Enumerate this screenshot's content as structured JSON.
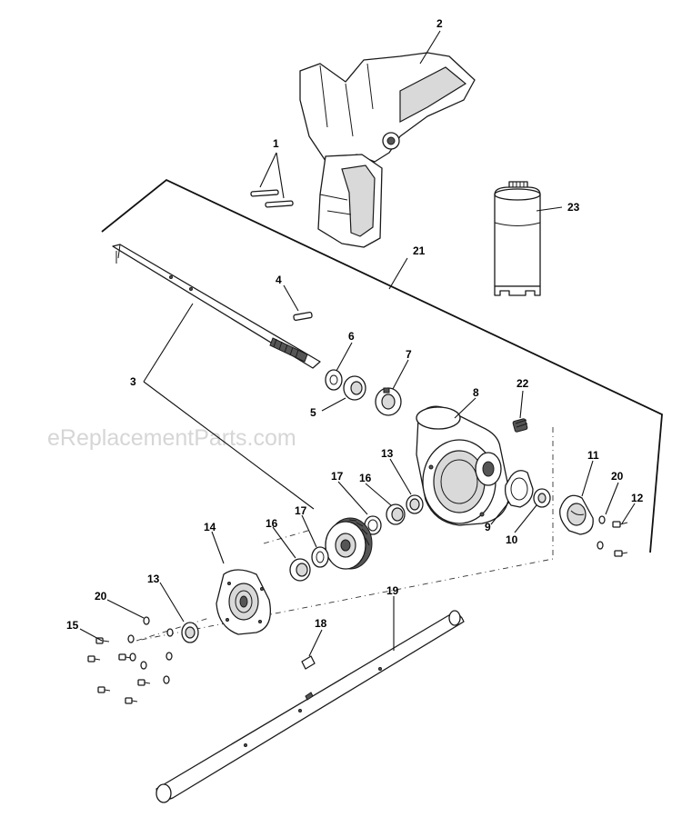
{
  "watermark": "eReplacementParts.com",
  "callouts": [
    "1",
    "2",
    "3",
    "4",
    "5",
    "6",
    "7",
    "8",
    "9",
    "10",
    "11",
    "12",
    "13",
    "13",
    "14",
    "15",
    "16",
    "16",
    "17",
    "17",
    "18",
    "19",
    "20",
    "20",
    "21",
    "22",
    "23"
  ]
}
